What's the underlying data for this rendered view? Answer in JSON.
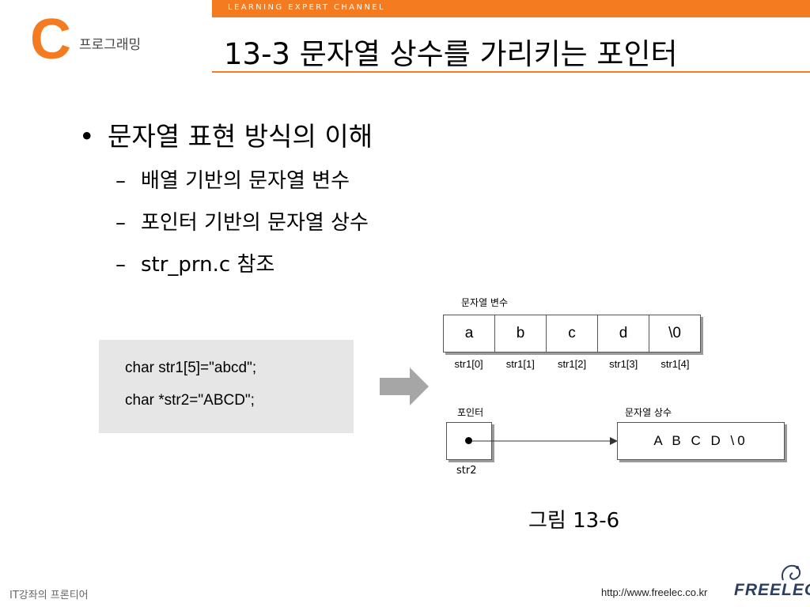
{
  "header": {
    "band_text": "LEARNING EXPERT CHANNEL",
    "logo_letter": "C",
    "logo_text": "프로그래밍",
    "title": "13-3  문자열 상수를 가리키는 포인터"
  },
  "content": {
    "main_bullet": "문자열 표현 방식의 이해",
    "sub_items": [
      "배열 기반의 문자열 변수",
      "포인터 기반의 문자열 상수",
      "str_prn.c 참조"
    ],
    "code_lines": [
      "char str1[5]=\"abcd\";",
      "char *str2=\"ABCD\";"
    ]
  },
  "diagram": {
    "array_label": "문자열 변수",
    "cells": [
      "a",
      "b",
      "c",
      "d",
      "\\0"
    ],
    "indices": [
      "str1[0]",
      "str1[1]",
      "str1[2]",
      "str1[3]",
      "str1[4]"
    ],
    "pointer_label": "포인터",
    "pointer_name": "str2",
    "constant_label": "문자열 상수",
    "constant_value": "A B C D \\0",
    "caption": "그림 13-6"
  },
  "footer": {
    "left_text": "IT강좌의 프론티어",
    "url": "http://www.freelec.co.kr",
    "brand": "FREELEC"
  },
  "colors": {
    "accent": "#f47b20",
    "code_bg": "#e6e6e6",
    "arrow": "#a6a6a6",
    "brand": "#2d3e63"
  }
}
